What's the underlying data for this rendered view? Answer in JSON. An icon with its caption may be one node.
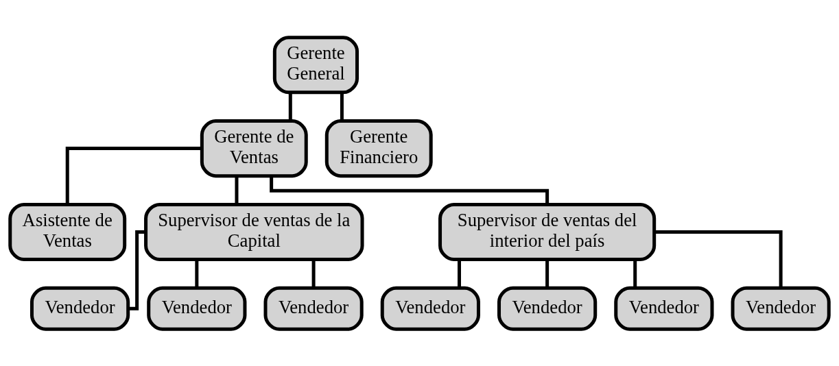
{
  "diagram": {
    "nodes": [
      {
        "text": [
          "Gerente General"
        ]
      },
      {
        "text": [
          "Gerente de Ventas"
        ]
      },
      {
        "text": [
          "Gerente Financiero"
        ]
      },
      {
        "text": [
          "Asistente de Ventas"
        ]
      },
      {
        "text": [
          "Supervisor de ventas de la Capital"
        ]
      },
      {
        "text": [
          "Supervisor de ventas del interior del país"
        ]
      },
      {
        "text": [
          "Vendedor"
        ]
      },
      {
        "text": [
          "Vendedor"
        ]
      },
      {
        "text": [
          "Vendedor"
        ]
      },
      {
        "text": [
          "Vendedor"
        ]
      },
      {
        "text": [
          "Vendedor"
        ]
      },
      {
        "text": [
          "Vendedor"
        ]
      },
      {
        "text": [
          "Vendedor"
        ]
      }
    ],
    "edges": [
      {
        "from": 0,
        "to": 1,
        "arrow": "none"
      },
      {
        "from": 0,
        "to": 2,
        "arrow": "none"
      },
      {
        "from": 1,
        "to": 3,
        "arrow": "none"
      },
      {
        "from": 1,
        "to": 4,
        "arrow": "none"
      },
      {
        "from": 1,
        "to": 5,
        "arrow": "none"
      },
      {
        "from": 4,
        "to": 6,
        "arrow": "none"
      },
      {
        "from": 4,
        "to": 7,
        "arrow": "none"
      },
      {
        "from": 4,
        "to": 8,
        "arrow": "none"
      },
      {
        "from": 5,
        "to": 9,
        "arrow": "none"
      },
      {
        "from": 5,
        "to": 10,
        "arrow": "none"
      },
      {
        "from": 5,
        "to": 11,
        "arrow": "none"
      },
      {
        "from": 5,
        "to": 12,
        "arrow": "none"
      }
    ]
  }
}
